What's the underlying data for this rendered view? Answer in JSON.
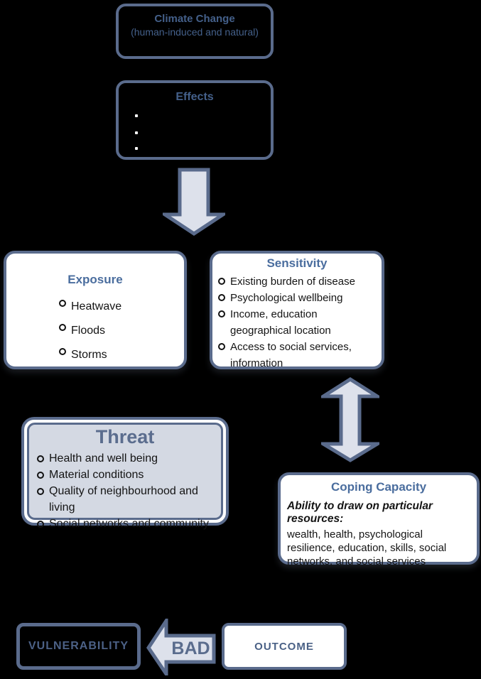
{
  "colors": {
    "background": "#000000",
    "border_slate": "#5a6b8c",
    "title_blue": "#4a6d9e",
    "dark_title_blue": "#44608a",
    "threat_fill": "#d4d9e3",
    "arrow_fill": "#dde1eb",
    "body_text": "#141414",
    "caps_text": "#4c6186"
  },
  "nodes": {
    "climate_change": {
      "title": "Climate Change",
      "subtitle": "(human-induced and natural)"
    },
    "effects": {
      "title": "Effects"
    },
    "exposure": {
      "title": "Exposure",
      "items": [
        "Heatwave",
        "Floods",
        "Storms"
      ]
    },
    "sensitivity": {
      "title": "Sensitivity",
      "items": [
        "Existing burden of disease",
        "Psychological wellbeing",
        "Income, education geographical location",
        "Access to social services, information"
      ]
    },
    "threat": {
      "title": "Threat",
      "items": [
        "Health and well being",
        "Material conditions",
        "Quality of neighbourhood and living",
        "Social networks and community"
      ]
    },
    "coping_capacity": {
      "title": "Coping Capacity",
      "lead": "Ability to draw on particular resources:",
      "body": "wealth, health, psychological resilience, education, skills, social networks, and social services"
    },
    "vulnerability": {
      "label": "VULNERABILITY"
    },
    "bad_arrow": {
      "label": "BAD"
    },
    "outcome": {
      "label": "OUTCOME"
    }
  }
}
